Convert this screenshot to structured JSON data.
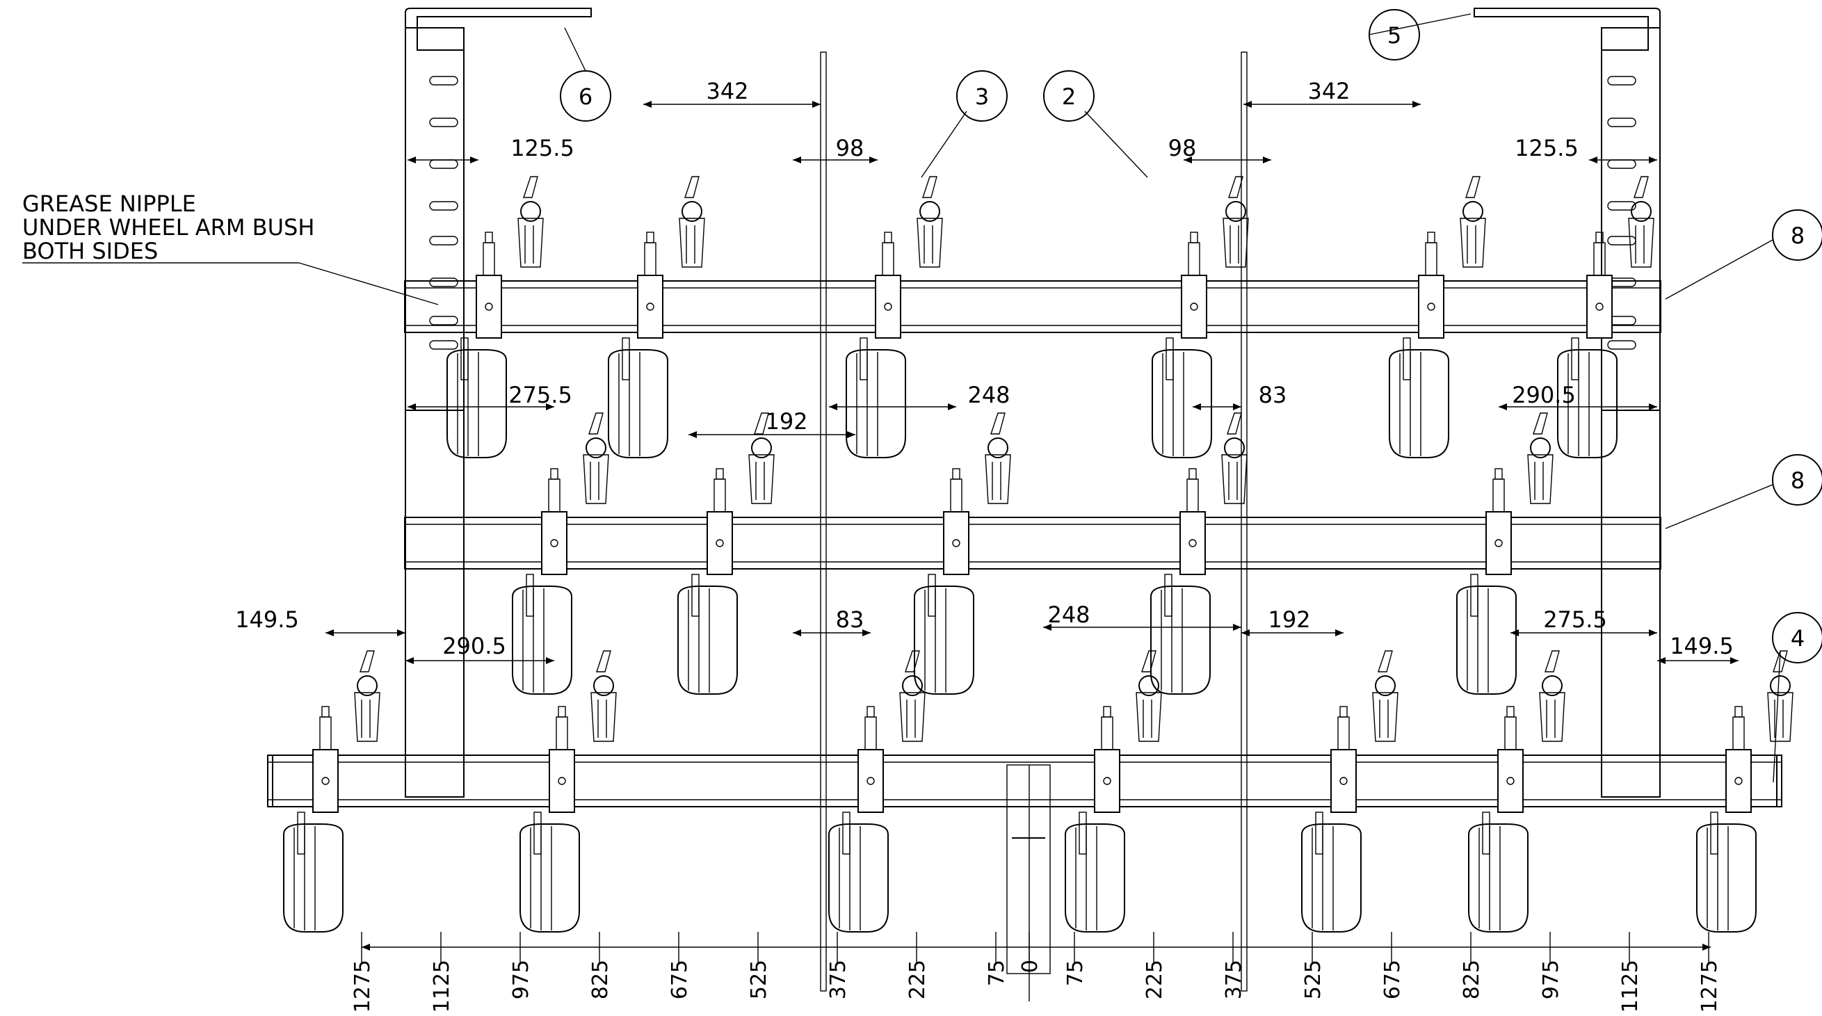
{
  "note": {
    "lines": [
      "GREASE NIPPLE",
      "UNDER WHEEL ARM BUSH",
      "BOTH SIDES"
    ]
  },
  "balloons": [
    "6",
    "5",
    "3",
    "2",
    "8",
    "8",
    "4"
  ],
  "dims": {
    "d342_left": "342",
    "d342_right": "342",
    "d125_left": "125.5",
    "d125_right": "125.5",
    "d98_left": "98",
    "d98_right": "98",
    "d275_top": "275.5",
    "d192_top": "192",
    "d248_top": "248",
    "d83_top": "83",
    "d290_top": "290.5",
    "d149_left": "149.5",
    "d290_bottom": "290.5",
    "d83_bottom": "83",
    "d248_bottom": "248",
    "d192_bottom": "192",
    "d275_bottom": "275.5",
    "d149_right": "149.5"
  },
  "axis": {
    "labels": [
      "1275",
      "1125",
      "975",
      "825",
      "675",
      "525",
      "375",
      "225",
      "75",
      "0",
      "75",
      "225",
      "375",
      "525",
      "675",
      "825",
      "975",
      "1125",
      "1275"
    ]
  }
}
